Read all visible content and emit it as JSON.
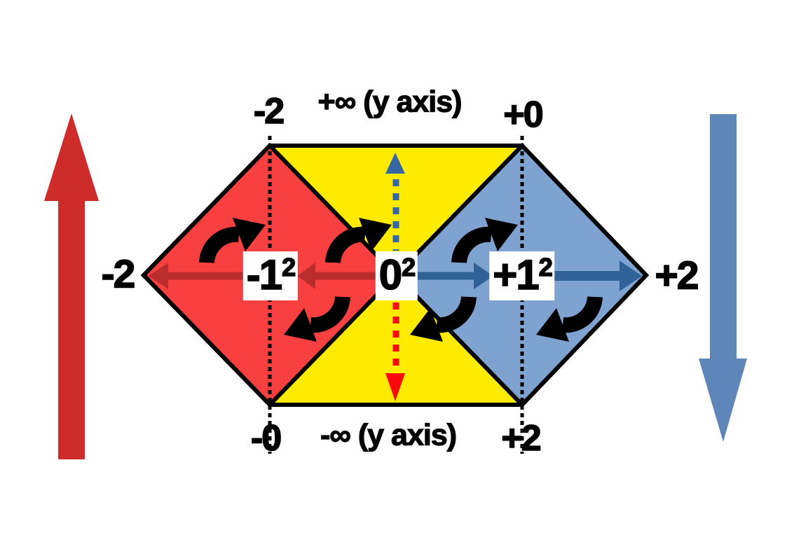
{
  "figure_title": "squaring map hexagon diagram",
  "labels": {
    "top_left_tick": "-2",
    "top_axis": "+∞ (y axis)",
    "top_right_tick": "+0",
    "left_end": "-2",
    "right_end": "+2",
    "bottom_left_tick": "-0",
    "bottom_axis": "-∞ (y axis)",
    "bottom_right_tick": "+2"
  },
  "nodes": [
    {
      "base": "-1",
      "sup": "2"
    },
    {
      "base": "0",
      "sup": "2"
    },
    {
      "base": "+1",
      "sup": "2"
    }
  ],
  "icons": {
    "rotation-arrow": "↻",
    "big-up-arrow": "↑",
    "big-down-arrow": "↓",
    "dotted-up-arrow": "⇡",
    "dotted-down-arrow": "⇣",
    "left-arrow": "←",
    "right-arrow": "→"
  },
  "colors": {
    "white": "#FFFFFF",
    "outline": "#000000",
    "yellow": "#FFEB00",
    "red_diamond": "#F94040",
    "blue_diamond": "#7FA3D1",
    "dark_red_arrow": "#B92D2D",
    "blue_arrow": "#2F6296",
    "big_red_arrow": "#CE2B2B",
    "big_blue_arrow": "#5E86B8",
    "red_dotted": "#FA0A0A",
    "blue_dotted": "#3566A5"
  }
}
